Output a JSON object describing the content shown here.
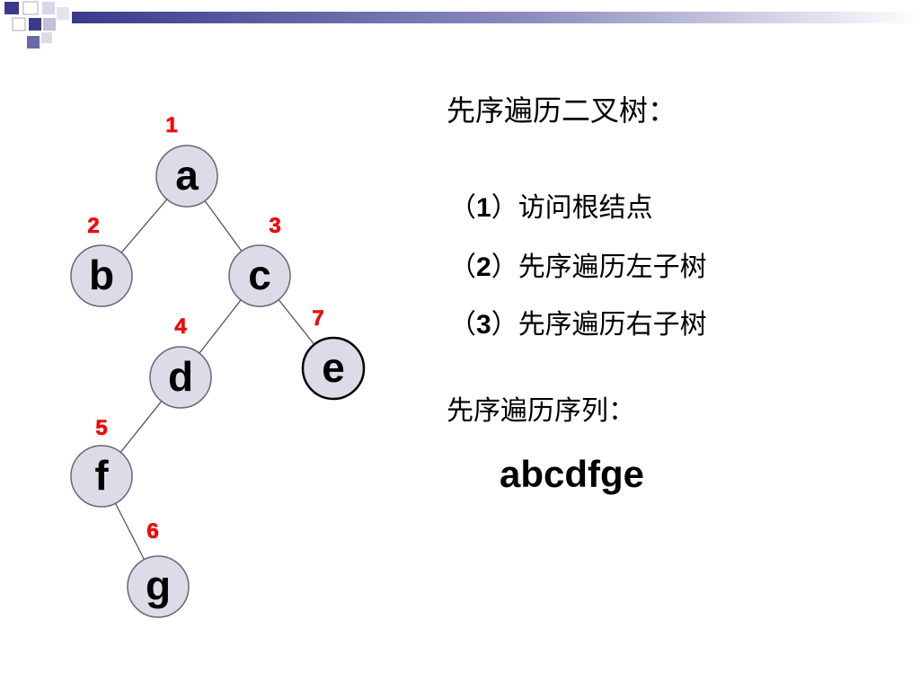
{
  "title": "先序遍历二叉树：",
  "steps": [
    {
      "open": "（",
      "num": "1",
      "close": "）",
      "text": "访问根结点"
    },
    {
      "open": "（",
      "num": "2",
      "close": "）",
      "text": "先序遍历左子树"
    },
    {
      "open": "（",
      "num": "3",
      "close": "）",
      "text": "先序遍历右子树"
    }
  ],
  "sequence_label": "先序遍历序列：",
  "sequence": "abcdfge",
  "tree": {
    "nodes": [
      {
        "id": "a",
        "label": "a",
        "order": "1"
      },
      {
        "id": "b",
        "label": "b",
        "order": "2"
      },
      {
        "id": "c",
        "label": "c",
        "order": "3"
      },
      {
        "id": "d",
        "label": "d",
        "order": "4"
      },
      {
        "id": "f",
        "label": "f",
        "order": "5"
      },
      {
        "id": "g",
        "label": "g",
        "order": "6"
      },
      {
        "id": "e",
        "label": "e",
        "order": "7"
      }
    ],
    "edges": [
      [
        "a",
        "b"
      ],
      [
        "a",
        "c"
      ],
      [
        "c",
        "d"
      ],
      [
        "c",
        "e"
      ],
      [
        "d",
        "f"
      ],
      [
        "f",
        "g"
      ]
    ],
    "highlighted": "e"
  },
  "colors": {
    "order_number": "#ff0000",
    "node_fill": "#dcdce8",
    "header_accent": "#3a3a8c"
  }
}
